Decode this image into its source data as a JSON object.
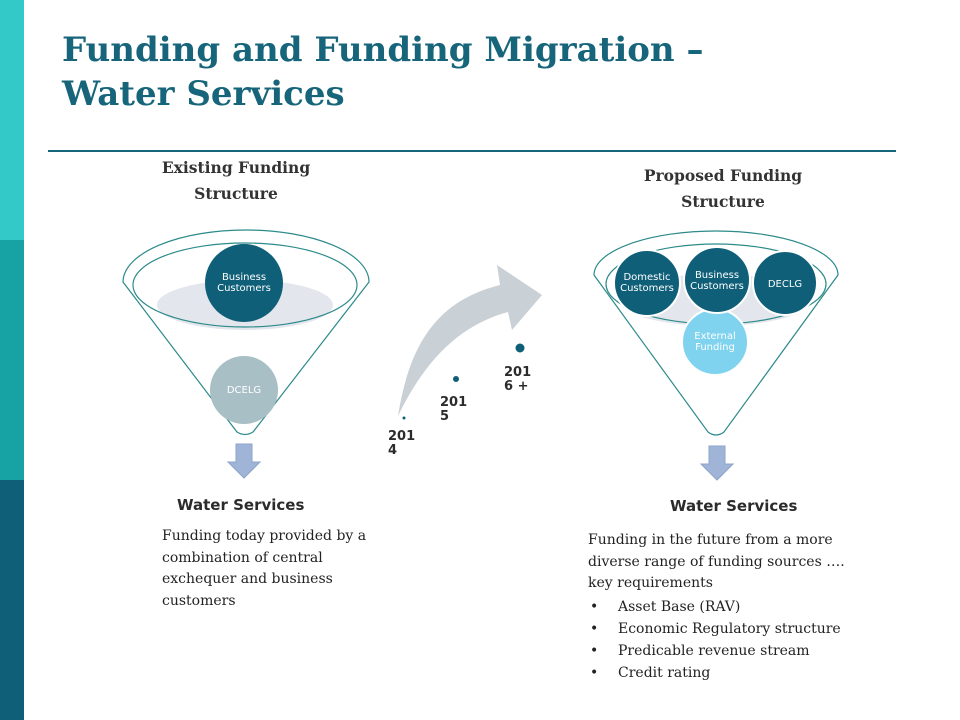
{
  "slide": {
    "title_line1": "Funding and Funding Migration –",
    "title_line2": "Water Services"
  },
  "existing": {
    "heading_line1": "Existing Funding",
    "heading_line2": "Structure",
    "bubbles": [
      "Business Customers",
      "DCELG"
    ],
    "output_label": "Water Services",
    "description": "Funding today provided by a combination of central exchequer and business customers"
  },
  "timeline": {
    "years": [
      "2014",
      "2015",
      "2016 +"
    ]
  },
  "proposed": {
    "heading_line1": "Proposed Funding",
    "heading_line2": "Structure",
    "bubbles": [
      "Domestic Customers",
      "Business Customers",
      "DECLG",
      "External Funding"
    ],
    "output_label": "Water Services",
    "description": "Funding in the future from a more diverse range of funding sources …. key requirements",
    "requirements": [
      "Asset Base (RAV)",
      "Economic Regulatory structure",
      "Predicable revenue stream",
      "Credit rating"
    ]
  },
  "colors": {
    "title": "#17657a",
    "bubble_dark": "#0f5f78",
    "bubble_grey": "#a9bfc6",
    "bubble_light": "#7fd3ef",
    "funnel_line": "#2d8a8a",
    "arrow": "#c9d0d6",
    "down_arrow": "#9fb4d6",
    "side_bar": [
      "#33c9c9",
      "#17a3a3",
      "#0f5f78"
    ]
  }
}
